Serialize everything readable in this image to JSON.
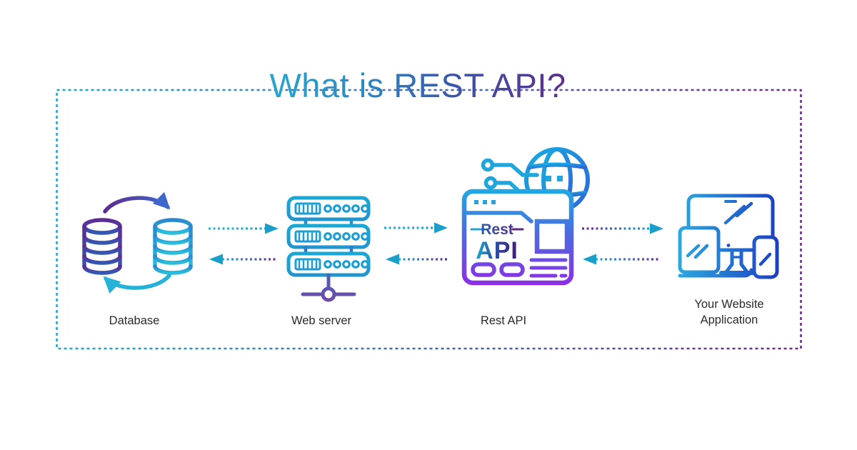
{
  "page": {
    "background": "#ffffff"
  },
  "title": {
    "text": "What is REST API?",
    "gradient_start": "#29A9CE",
    "gradient_end": "#5D2B8A"
  },
  "diagram": {
    "border": {
      "style": "dotted",
      "color_left": "#22A7CC",
      "color_right": "#6A2B8F"
    },
    "nodes": [
      {
        "id": "database",
        "label": "Database",
        "icon": "database-sync-icon"
      },
      {
        "id": "web-server",
        "label": "Web server",
        "icon": "server-stack-icon"
      },
      {
        "id": "rest-api",
        "label": "Rest API",
        "icon": "browser-globe-icon",
        "browser_text": {
          "rest": "Rest",
          "api": "API"
        }
      },
      {
        "id": "website-application",
        "label": "Your Website Application",
        "icon": "devices-icon"
      }
    ],
    "connections": [
      {
        "from": "database",
        "to": "web-server",
        "style": "dotted-arrow"
      },
      {
        "from": "web-server",
        "to": "database",
        "style": "dotted-arrow"
      },
      {
        "from": "web-server",
        "to": "rest-api",
        "style": "dotted-arrow"
      },
      {
        "from": "rest-api",
        "to": "web-server",
        "style": "dotted-arrow"
      },
      {
        "from": "rest-api",
        "to": "website-application",
        "style": "dotted-arrow"
      },
      {
        "from": "website-application",
        "to": "rest-api",
        "style": "dotted-arrow"
      }
    ],
    "colors": {
      "teal": "#21A6CE",
      "cyan": "#26B2D8",
      "blue": "#2F6CB3",
      "royal_blue": "#1C3EC2",
      "purple": "#6E2D96",
      "violet": "#8C2FE4",
      "arrow_head": "#1A9FC8",
      "label_text": "#2A2A2A"
    }
  }
}
